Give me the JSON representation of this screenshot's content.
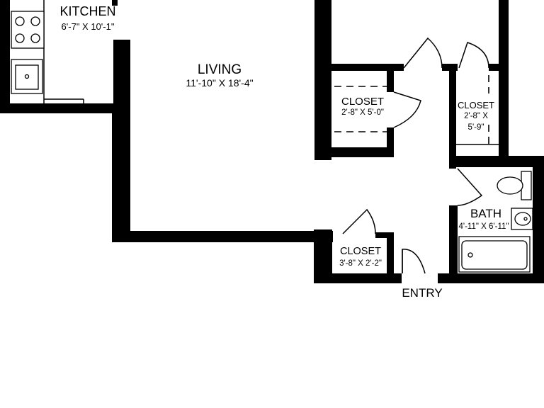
{
  "rooms": {
    "kitchen": {
      "name": "KITCHEN",
      "dims": "6'-7\" X 10'-1\""
    },
    "living": {
      "name": "LIVING",
      "dims": "11'-10\" X 18'-4\""
    },
    "closet_upper": {
      "name": "CLOSET",
      "dims": "2'-8\" X 5'-0\""
    },
    "closet_right": {
      "name": "CLOSET",
      "dims_line1": "2'-8\" X",
      "dims_line2": "5'-9\""
    },
    "bath": {
      "name": "BATH",
      "dims": "4'-11\" X 6'-11\""
    },
    "closet_lower": {
      "name": "CLOSET",
      "dims": "3'-8\" X 2'-2\""
    },
    "entry": {
      "name": "ENTRY"
    }
  },
  "colors": {
    "wall": "#000000",
    "background": "#ffffff"
  }
}
